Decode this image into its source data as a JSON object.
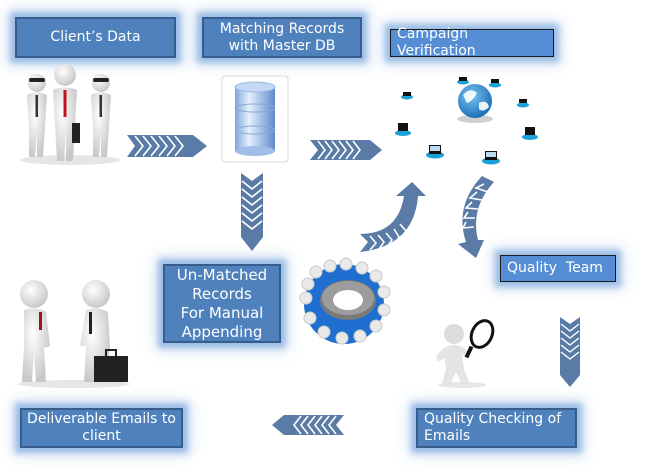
{
  "diagram": {
    "steps": {
      "clients_data": {
        "label": "Client’s Data"
      },
      "matching_records": {
        "line1": "Matching Records",
        "line2": "with Master DB"
      },
      "campaign_verification": {
        "label": "Campaign Verification"
      },
      "unmatched_records": {
        "line1": "Un-Matched",
        "line2": "Records",
        "line3": "For Manual",
        "line4": "Appending"
      },
      "quality_team": {
        "label": "Quality  Team"
      },
      "quality_checking": {
        "line1": "Quality Checking of",
        "line2": "Emails"
      },
      "deliverable_emails": {
        "line1": "Deliverable Emails to",
        "line2": "client"
      }
    },
    "icons": {
      "clients": "three-business-people-icon",
      "database": "database-icon",
      "network": "globe-network-laptops-icon",
      "team_gear": "team-gear-icon",
      "inspector": "magnifying-glass-person-icon",
      "delivery": "two-people-briefcase-icon"
    },
    "colors": {
      "box_fill": "#4f81bd",
      "box_border": "#385d8a",
      "box_glow": "#8db4e2",
      "arrow_fill": "#5a7ba6",
      "arrow_stripe": "#ffffff"
    }
  }
}
